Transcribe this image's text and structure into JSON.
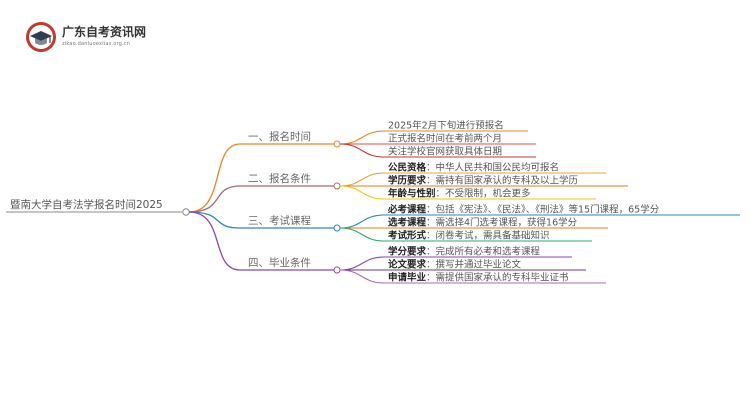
{
  "logo": {
    "name": "广东自考资讯网",
    "url": "zikao.danluoexlias.org.cn",
    "icon": "graduation-cap-icon",
    "colors": {
      "primary": "#c0392b",
      "accent": "#7f8c8d"
    }
  },
  "root": {
    "label": "暨南大学自考法学报名时间2025"
  },
  "branches": [
    {
      "label": "一、报名时间",
      "color": "#e8842b",
      "children": [
        {
          "bold": "",
          "text": "2025年2月下旬进行预报名"
        },
        {
          "bold": "",
          "text": "正式报名时间在考前两个月"
        },
        {
          "bold": "",
          "text": "关注学校官网获取具体日期"
        }
      ]
    },
    {
      "label": "二、报名条件",
      "color": "#a56b6b",
      "children": [
        {
          "bold": "公民资格",
          "text": "：中华人民共和国公民均可报名"
        },
        {
          "bold": "学历要求",
          "text": "：需持有国家承认的专科及以上学历"
        },
        {
          "bold": "年龄与性别",
          "text": "：不受限制，机会更多"
        }
      ]
    },
    {
      "label": "三、考试课程",
      "color": "#2e86c1",
      "children": [
        {
          "bold": "必考课程",
          "text": "：包括《宪法》、《民法》、《刑法》等15门课程，65学分"
        },
        {
          "bold": "选考课程",
          "text": "：需选择4门选考课程，获得16学分"
        },
        {
          "bold": "考试形式",
          "text": "：闭卷考试，需具备基础知识"
        }
      ]
    },
    {
      "label": "四、毕业条件",
      "color": "#8e44ad",
      "children": [
        {
          "bold": "学分要求",
          "text": "：完成所有必考和选考课程"
        },
        {
          "bold": "论文要求",
          "text": "：撰写并通过毕业论文"
        },
        {
          "bold": "申请毕业",
          "text": "：需提供国家承认的专科毕业证书"
        }
      ]
    }
  ],
  "leaf_colors": [
    [
      "#e8842b",
      "#e74c3c",
      "#c0392b"
    ],
    [
      "#e8a33d",
      "#e67e22",
      "#f1c40f"
    ],
    [
      "#2e86c1",
      "#e67e22",
      "#27ae60"
    ],
    [
      "#8e44ad",
      "#6c3483",
      "#a569bd"
    ]
  ]
}
